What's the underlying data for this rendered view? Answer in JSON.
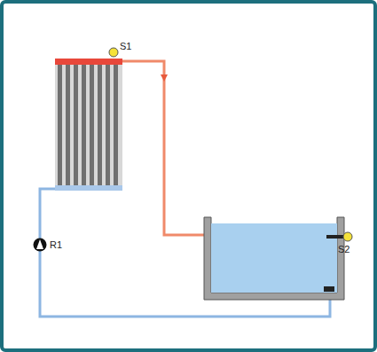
{
  "diagram": {
    "labels": [
      "S1",
      "R1",
      "S2"
    ]
  }
}
